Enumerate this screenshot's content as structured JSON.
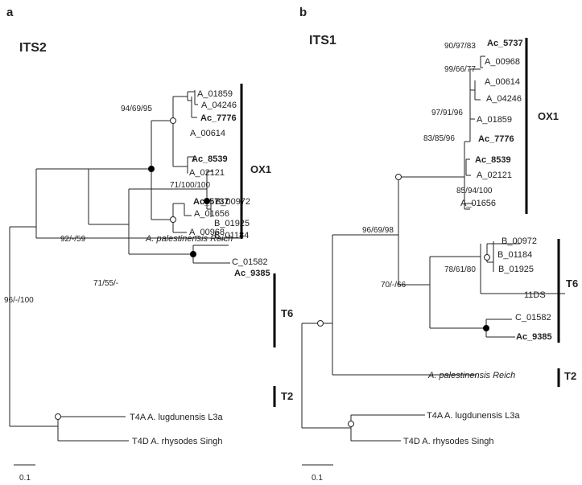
{
  "panels": [
    {
      "letter": "a",
      "title": "ITS2",
      "scale_label": "0.1",
      "leaves": [
        {
          "text": "A_01859",
          "bold": false
        },
        {
          "text": "A_04246",
          "bold": false
        },
        {
          "text": "Ac_7776",
          "bold": true
        },
        {
          "text": "A_00614",
          "bold": false
        },
        {
          "text": "Ac_8539",
          "bold": true
        },
        {
          "text": "A_02121",
          "bold": false
        },
        {
          "text": "Ac_5737",
          "bold": true
        },
        {
          "text": "A_01656",
          "bold": false
        },
        {
          "text": "A_00968",
          "bold": false
        },
        {
          "text": "B_00972",
          "bold": false
        },
        {
          "text": "B_01925",
          "bold": false
        },
        {
          "text": "B_01184",
          "bold": false
        },
        {
          "text": "C_01582",
          "bold": false
        },
        {
          "text": "Ac_9385",
          "bold": true
        },
        {
          "text": "A. palestinensis Reich",
          "bold": false
        },
        {
          "text": "T4A A. lugdunensis L3a",
          "bold": false
        },
        {
          "text": "T4D A. rhysodes Singh",
          "bold": false
        }
      ],
      "support_values": [
        "94/69/95",
        "71/100/100",
        "92/-/59",
        "71/55/-",
        "96/-/100"
      ],
      "clades": [
        "OX1",
        "T6",
        "T2"
      ]
    },
    {
      "letter": "b",
      "title": "ITS1",
      "scale_label": "0.1",
      "leaves": [
        {
          "text": "Ac_5737",
          "bold": true
        },
        {
          "text": "A_00968",
          "bold": false
        },
        {
          "text": "A_00614",
          "bold": false
        },
        {
          "text": "A_04246",
          "bold": false
        },
        {
          "text": "A_01859",
          "bold": false
        },
        {
          "text": "Ac_7776",
          "bold": true
        },
        {
          "text": "Ac_8539",
          "bold": true
        },
        {
          "text": "A_02121",
          "bold": false
        },
        {
          "text": "A_01656",
          "bold": false
        },
        {
          "text": "B_00972",
          "bold": false
        },
        {
          "text": "B_01184",
          "bold": false
        },
        {
          "text": "B_01925",
          "bold": false
        },
        {
          "text": "11DS",
          "bold": false
        },
        {
          "text": "C_01582",
          "bold": false
        },
        {
          "text": "Ac_9385",
          "bold": true
        },
        {
          "text": "A. palestinensis Reich",
          "bold": false
        },
        {
          "text": "T4A A. lugdunensis L3a",
          "bold": false
        },
        {
          "text": "T4D A. rhysodes Singh",
          "bold": false
        }
      ],
      "support_values": [
        "90/97/83",
        "99/66/77",
        "97/91/96",
        "83/85/96",
        "85/94/100",
        "96/69/98",
        "78/61/80",
        "70/-/66"
      ],
      "clades": [
        "OX1",
        "T6",
        "T2"
      ]
    }
  ]
}
